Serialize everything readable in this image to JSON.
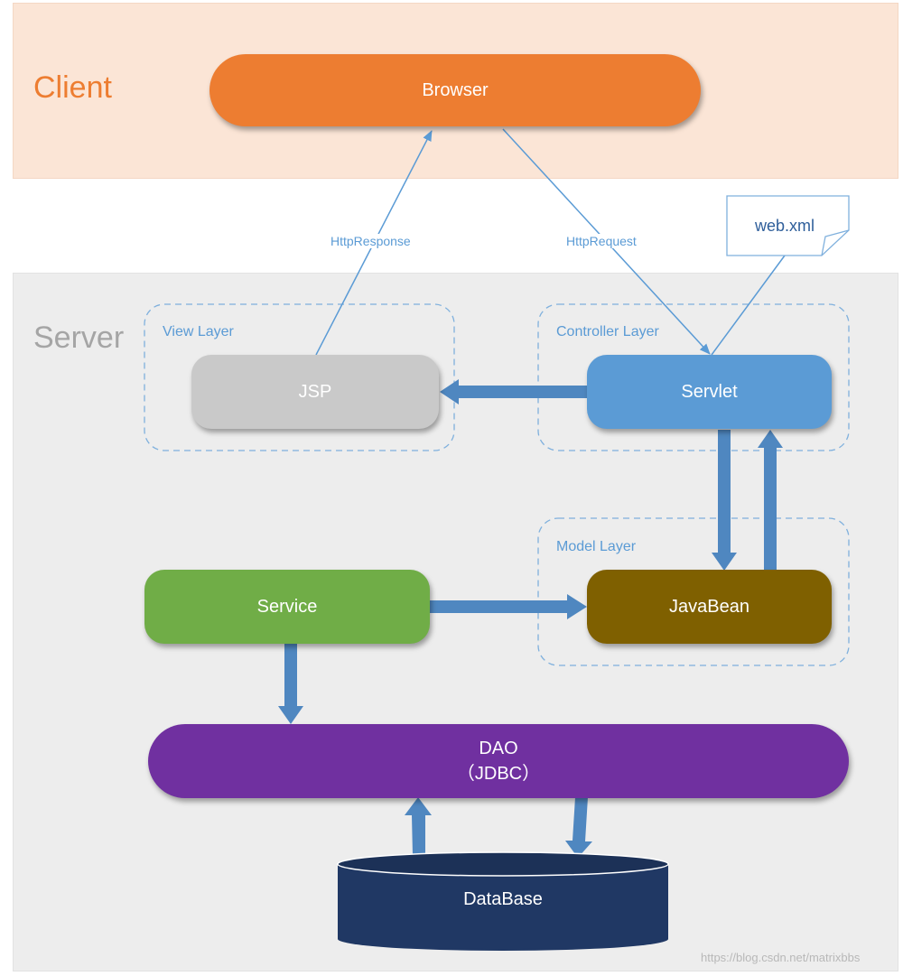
{
  "panels": {
    "client": {
      "label": "Client",
      "color": "#ed7d31"
    },
    "server": {
      "label": "Server",
      "color": "#a5a5a5"
    }
  },
  "layers": {
    "view": "View Layer",
    "controller": "Controller Layer",
    "model": "Model Layer"
  },
  "nodes": {
    "browser": {
      "label": "Browser",
      "color": "#ed7d31"
    },
    "jsp": {
      "label": "JSP",
      "color": "#c9c9c9"
    },
    "servlet": {
      "label": "Servlet",
      "color": "#5b9bd5"
    },
    "service": {
      "label": "Service",
      "color": "#70ad47"
    },
    "javabean": {
      "label": "JavaBean",
      "color": "#7f6000"
    },
    "dao": {
      "label": "DAO",
      "sublabel": "（JDBC）",
      "color": "#7030a0"
    },
    "database": {
      "label": "DataBase",
      "color": "#203864"
    }
  },
  "document": {
    "label": "web.xml"
  },
  "edges": {
    "response": "HttpResponse",
    "request": "HttpRequest"
  },
  "watermark": "https://blog.csdn.net/matrixbbs"
}
